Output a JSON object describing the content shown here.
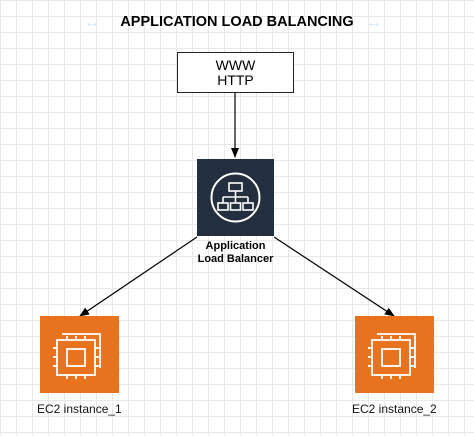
{
  "diagram": {
    "title": "APPLICATION LOAD BALANCING",
    "nodes": {
      "entry": {
        "line1": "WWW",
        "line2": "HTTP"
      },
      "load_balancer": {
        "line1": "Application",
        "line2": "Load Balancer",
        "icon": "load-balancer-network-icon",
        "color": "#232f3e"
      },
      "instance_1": {
        "label": "EC2 instance_1",
        "icon": "ec2-chip-icon",
        "color": "#e8731f"
      },
      "instance_2": {
        "label": "EC2 instance_2",
        "icon": "ec2-chip-icon",
        "color": "#e8731f"
      }
    },
    "edges": [
      {
        "from": "entry",
        "to": "load_balancer"
      },
      {
        "from": "load_balancer",
        "to": "instance_1"
      },
      {
        "from": "load_balancer",
        "to": "instance_2"
      }
    ]
  }
}
